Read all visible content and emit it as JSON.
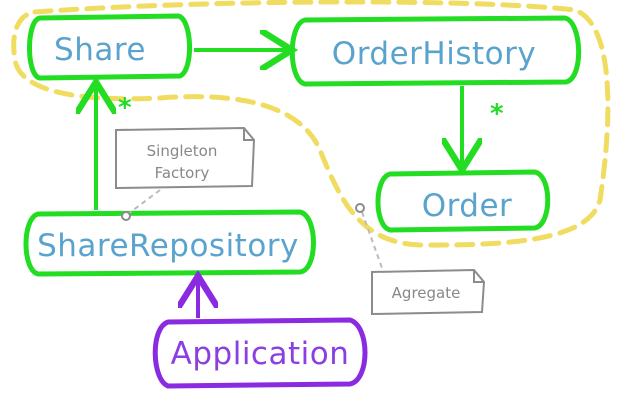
{
  "nodes": {
    "share": "Share",
    "order_history": "OrderHistory",
    "order": "Order",
    "share_repository": "ShareRepository",
    "application": "Application"
  },
  "multiplicities": {
    "share_to_aggregate": "*",
    "order_history_to_order": "*"
  },
  "notes": {
    "singleton_factory_line1": "Singleton",
    "singleton_factory_line2": "Factory",
    "aggregate": "Agregate"
  },
  "colors": {
    "box_border": "#22dd22",
    "box_text": "#5aa3cc",
    "application_border": "#8a2be2",
    "aggregate_boundary": "#f0dc60",
    "note_border": "#8c8c8c"
  }
}
